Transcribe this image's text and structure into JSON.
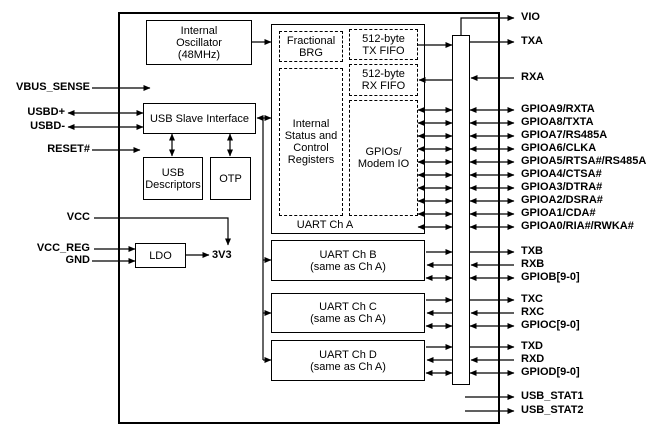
{
  "colors": {
    "line": "#000000",
    "background": "#ffffff"
  },
  "blocks": {
    "oscillator": "Internal\nOscillator\n(48MHz)",
    "usb_slave": "USB Slave Interface",
    "usb_descriptors": "USB\nDescriptors",
    "otp": "OTP",
    "ldo": "LDO",
    "rail_3v3": "3V3",
    "uart_a": {
      "brg": "Fractional\nBRG",
      "tx_fifo": "512-byte\nTX FIFO",
      "rx_fifo": "512-byte\nRX FIFO",
      "regs": "Internal\nStatus and\nControl\nRegisters",
      "gpio": "GPIOs/\nModem IO",
      "caption": "UART Ch A"
    },
    "uart_b": "UART Ch B\n(same as Ch A)",
    "uart_c": "UART Ch C\n(same as Ch A)",
    "uart_d": "UART Ch D\n(same as Ch A)"
  },
  "pins": {
    "left": [
      "VBUS_SENSE",
      "USBD+",
      "USBD-",
      "RESET#",
      "VCC",
      "VCC_REG",
      "GND"
    ],
    "right": [
      "VIO",
      "TXA",
      "RXA",
      "GPIOA9/RXTA",
      "GPIOA8/TXTA",
      "GPIOA7/RS485A",
      "GPIOA6/CLKA",
      "GPIOA5/RTSA#/RS485A",
      "GPIOA4/CTSA#",
      "GPIOA3/DTRA#",
      "GPIOA2/DSRA#",
      "GPIOA1/CDA#",
      "GPIOA0/RIA#/RWKA#",
      "TXB",
      "RXB",
      "GPIOB[9-0]",
      "TXC",
      "RXC",
      "GPIOC[9-0]",
      "TXD",
      "RXD",
      "GPIOD[9-0]",
      "USB_STAT1",
      "USB_STAT2"
    ]
  }
}
